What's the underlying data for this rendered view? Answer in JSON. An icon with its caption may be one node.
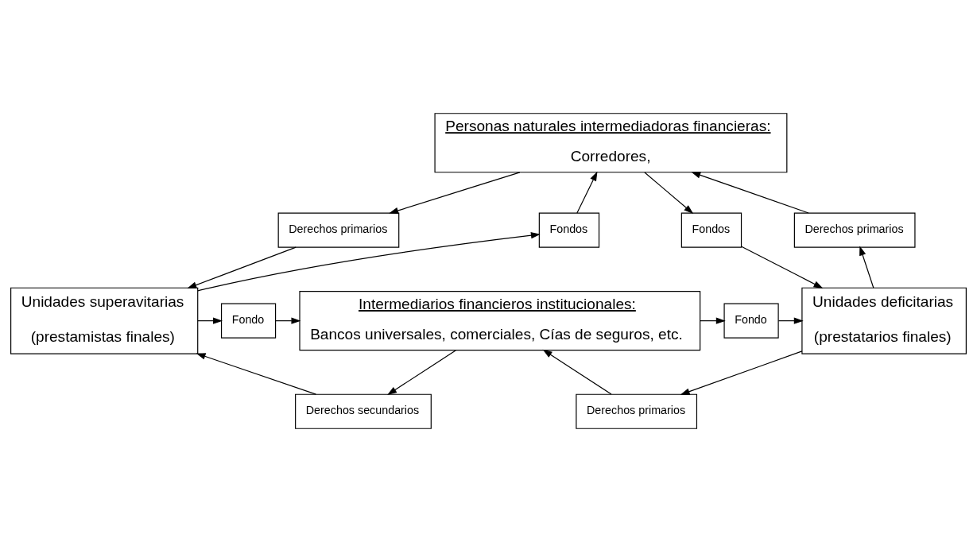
{
  "diagram": {
    "nodes": [
      {
        "text": [
          "Personas naturales intermediadoras financieras:",
          "Corredores,"
        ]
      },
      {
        "text": [
          "Fondos"
        ]
      },
      {
        "text": [
          "Derechos primarios"
        ]
      },
      {
        "text": [
          "Derechos primarios"
        ]
      },
      {
        "text": [
          "Fondos"
        ]
      },
      {
        "text": [
          "Unidades superavitarias",
          "(prestamistas finales)"
        ]
      },
      {
        "text": [
          "Fondo"
        ]
      },
      {
        "text": [
          "Intermediarios financieros institucionales:",
          "Bancos universales, comerciales, Cías de seguros, etc."
        ]
      },
      {
        "text": [
          "Fondo"
        ]
      },
      {
        "text": [
          "Unidades deficitarias",
          "(prestatarios finales)"
        ]
      },
      {
        "text": [
          "Derechos secundarios"
        ]
      },
      {
        "text": [
          "Derechos primarios"
        ]
      }
    ],
    "edges": [
      {
        "from": 5,
        "to": 1,
        "arrow": "to"
      },
      {
        "from": 1,
        "to": 0,
        "arrow": "to"
      },
      {
        "from": 0,
        "to": 2,
        "arrow": "to"
      },
      {
        "from": 2,
        "to": 5,
        "arrow": "to"
      },
      {
        "from": 9,
        "to": 3,
        "arrow": "to"
      },
      {
        "from": 3,
        "to": 0,
        "arrow": "to"
      },
      {
        "from": 0,
        "to": 4,
        "arrow": "to"
      },
      {
        "from": 4,
        "to": 9,
        "arrow": "to"
      },
      {
        "from": 5,
        "to": 6,
        "arrow": "to"
      },
      {
        "from": 6,
        "to": 7,
        "arrow": "to"
      },
      {
        "from": 7,
        "to": 8,
        "arrow": "to"
      },
      {
        "from": 8,
        "to": 9,
        "arrow": "to"
      },
      {
        "from": 9,
        "to": 11,
        "arrow": "to"
      },
      {
        "from": 11,
        "to": 7,
        "arrow": "to"
      },
      {
        "from": 7,
        "to": 10,
        "arrow": "to"
      },
      {
        "from": 10,
        "to": 5,
        "arrow": "to"
      }
    ]
  }
}
